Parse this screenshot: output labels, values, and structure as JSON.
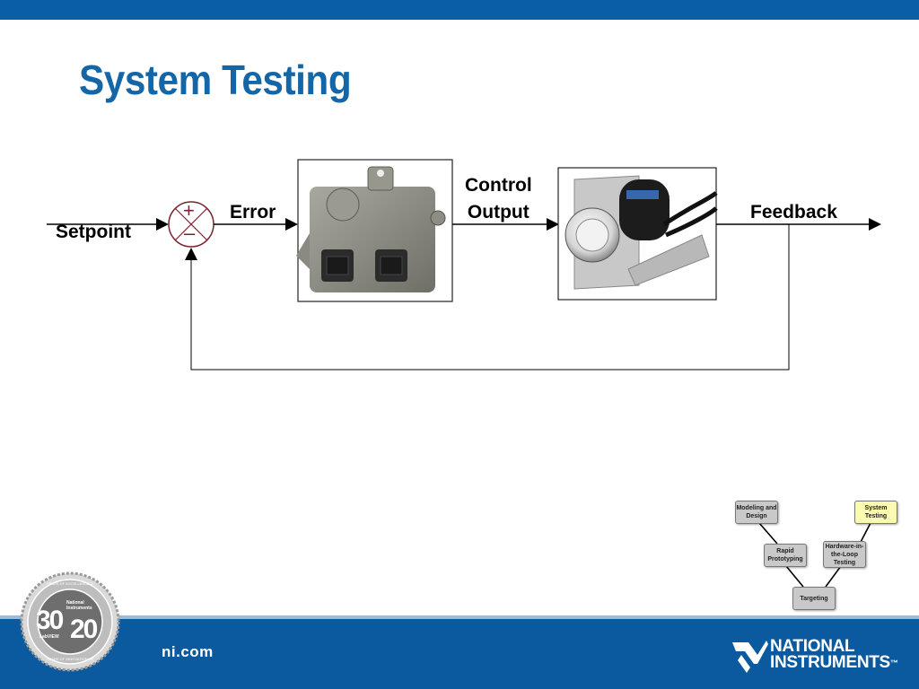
{
  "slide": {
    "title": "System Testing",
    "footer_url": "ni.com",
    "brand_lines": [
      "NATIONAL",
      "INSTRUMENTS"
    ],
    "trademark": "™"
  },
  "diagram": {
    "labels": {
      "setpoint": "Setpoint",
      "error": "Error",
      "control_output": [
        "Control",
        "Output"
      ],
      "feedback": "Feedback"
    },
    "summing_signs": {
      "plus": "+",
      "minus": "–"
    }
  },
  "process_map": {
    "steps": [
      {
        "label": "Modeling and Design",
        "state": "default"
      },
      {
        "label": "Rapid Prototyping",
        "state": "default"
      },
      {
        "label": "Targeting",
        "state": "default"
      },
      {
        "label": "Hardware-in-the-Loop Testing",
        "state": "default"
      },
      {
        "label": "System Testing",
        "state": "highlighted"
      }
    ]
  },
  "badge": {
    "numbers": [
      "30",
      "20"
    ],
    "text_ring_top": "YEARS OF EXCELLENCE 1976-2006",
    "text_ring_bottom": "YEARS OF INNOVATION 1986-2006",
    "inner_top": [
      "National",
      "Instruments"
    ],
    "inner_bottom": "LabVIEW"
  },
  "colors": {
    "accent": "#0a5ea8",
    "title": "#1566a6",
    "highlight": "#fafab0",
    "summing_junction": "#7a2430"
  }
}
